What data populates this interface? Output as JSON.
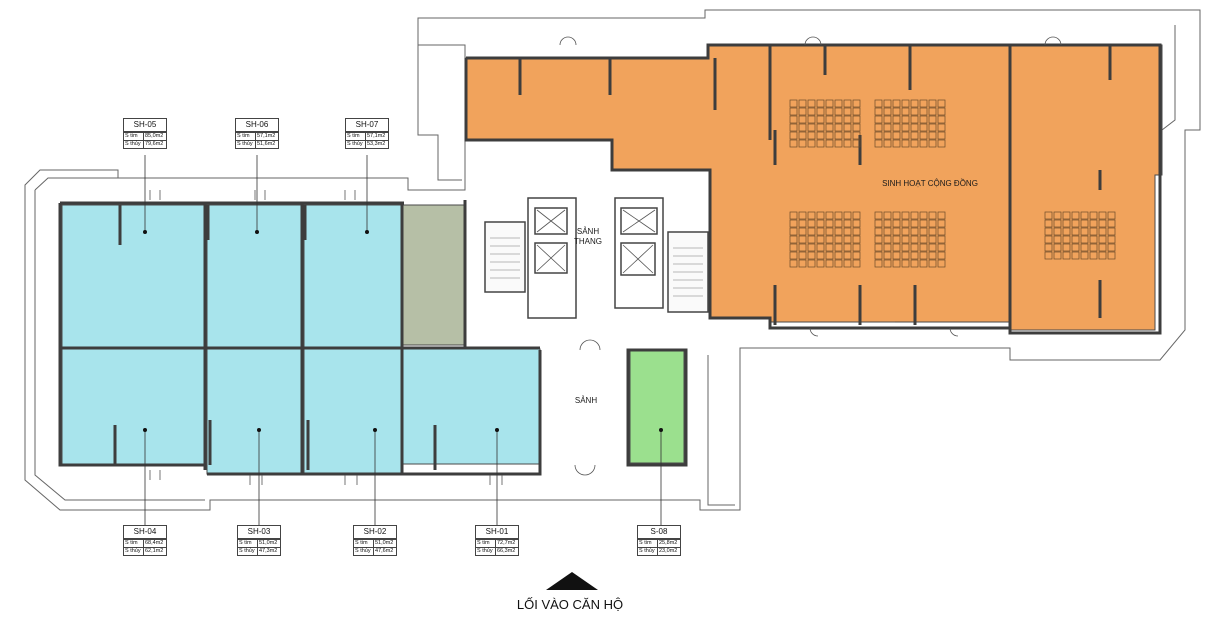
{
  "colors": {
    "shop": "#a8e4ec",
    "community": "#f1a35c",
    "toilet": "#b6bfa6",
    "s08": "#9be08e",
    "wall": "#3d3d3d",
    "outline": "#555555"
  },
  "units": {
    "sh05": {
      "code": "SH-05",
      "row1_label": "S tim",
      "row1_value": "85,0m2",
      "row2_label": "S thủy",
      "row2_value": "79,6m2"
    },
    "sh06": {
      "code": "SH-06",
      "row1_label": "S tim",
      "row1_value": "57,1m2",
      "row2_label": "S thủy",
      "row2_value": "51,6m2"
    },
    "sh07": {
      "code": "SH-07",
      "row1_label": "S tim",
      "row1_value": "57,1m2",
      "row2_label": "S thủy",
      "row2_value": "53,3m2"
    },
    "sh04": {
      "code": "SH-04",
      "row1_label": "S tim",
      "row1_value": "68,4m2",
      "row2_label": "S thủy",
      "row2_value": "62,1m2"
    },
    "sh03": {
      "code": "SH-03",
      "row1_label": "S tim",
      "row1_value": "51,0m2",
      "row2_label": "S thủy",
      "row2_value": "47,3m2"
    },
    "sh02": {
      "code": "SH-02",
      "row1_label": "S tim",
      "row1_value": "51,0m2",
      "row2_label": "S thủy",
      "row2_value": "47,6m2"
    },
    "sh01": {
      "code": "SH-01",
      "row1_label": "S tim",
      "row1_value": "72,7m2",
      "row2_label": "S thủy",
      "row2_value": "66,3m2"
    },
    "s08": {
      "code": "S-08",
      "row1_label": "S tim",
      "row1_value": "25,8m2",
      "row2_label": "S thủy",
      "row2_value": "23,0m2"
    }
  },
  "rooms": {
    "community_label": "SINH HOẠT CỘNG ĐỒNG",
    "elevator_lobby_line1": "SẢNH",
    "elevator_lobby_line2": "THANG",
    "lobby": "SẢNH"
  },
  "entrance": {
    "label": "LỐI VÀO CĂN HỘ",
    "arrow_icon": "up-triangle-icon"
  }
}
